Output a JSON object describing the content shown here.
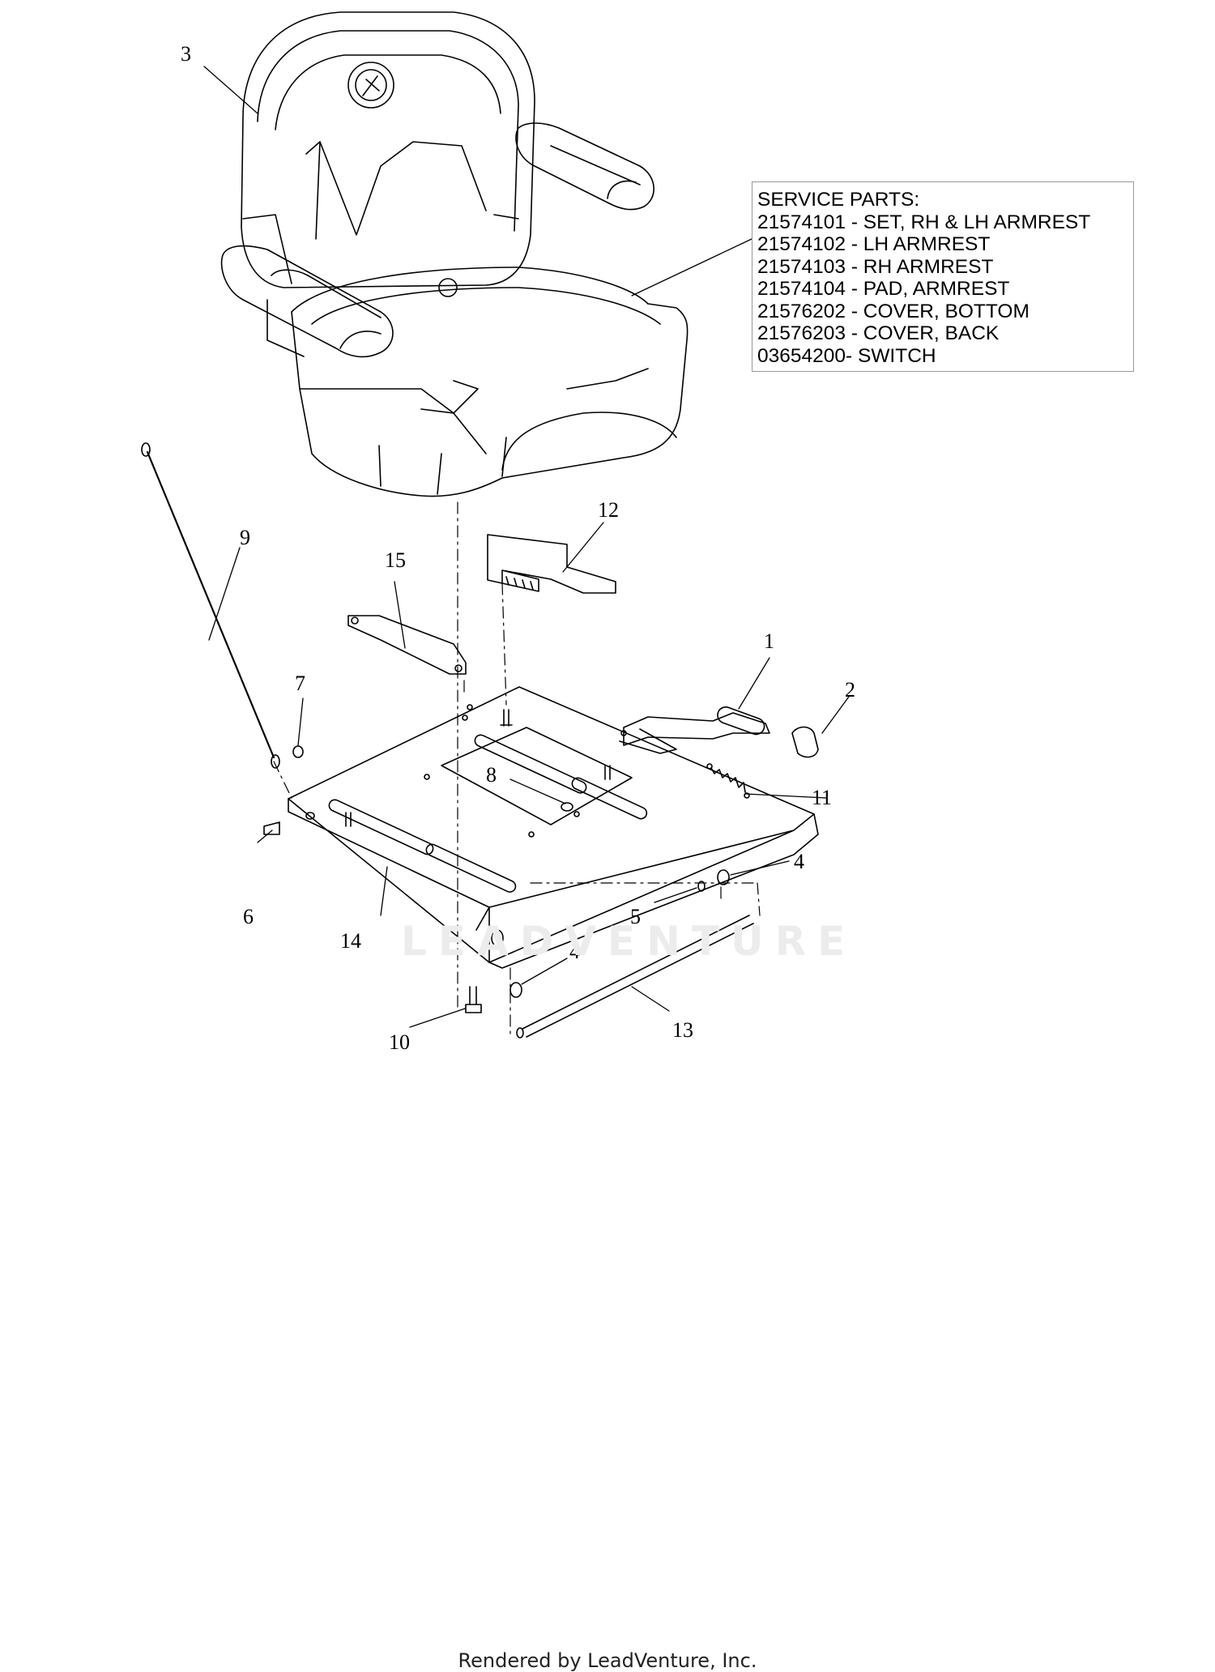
{
  "service_parts": {
    "heading": "SERVICE PARTS:",
    "items": [
      "21574101 - SET, RH & LH ARMREST",
      "21574102 - LH ARMREST",
      "21574103 - RH ARMREST",
      "21574104 - PAD, ARMREST",
      "21576202 - COVER, BOTTOM",
      "21576203 - COVER, BACK",
      "03654200- SWITCH"
    ]
  },
  "callouts": {
    "c1": "1",
    "c2": "2",
    "c3": "3",
    "c4a": "4",
    "c4b": "4",
    "c5": "5",
    "c6": "6",
    "c7": "7",
    "c8": "8",
    "c9": "9",
    "c10": "10",
    "c11": "11",
    "c12": "12",
    "c13": "13",
    "c14": "14",
    "c15": "15"
  },
  "watermark": "LEADVENTURE",
  "footer": "Rendered by LeadVenture, Inc."
}
